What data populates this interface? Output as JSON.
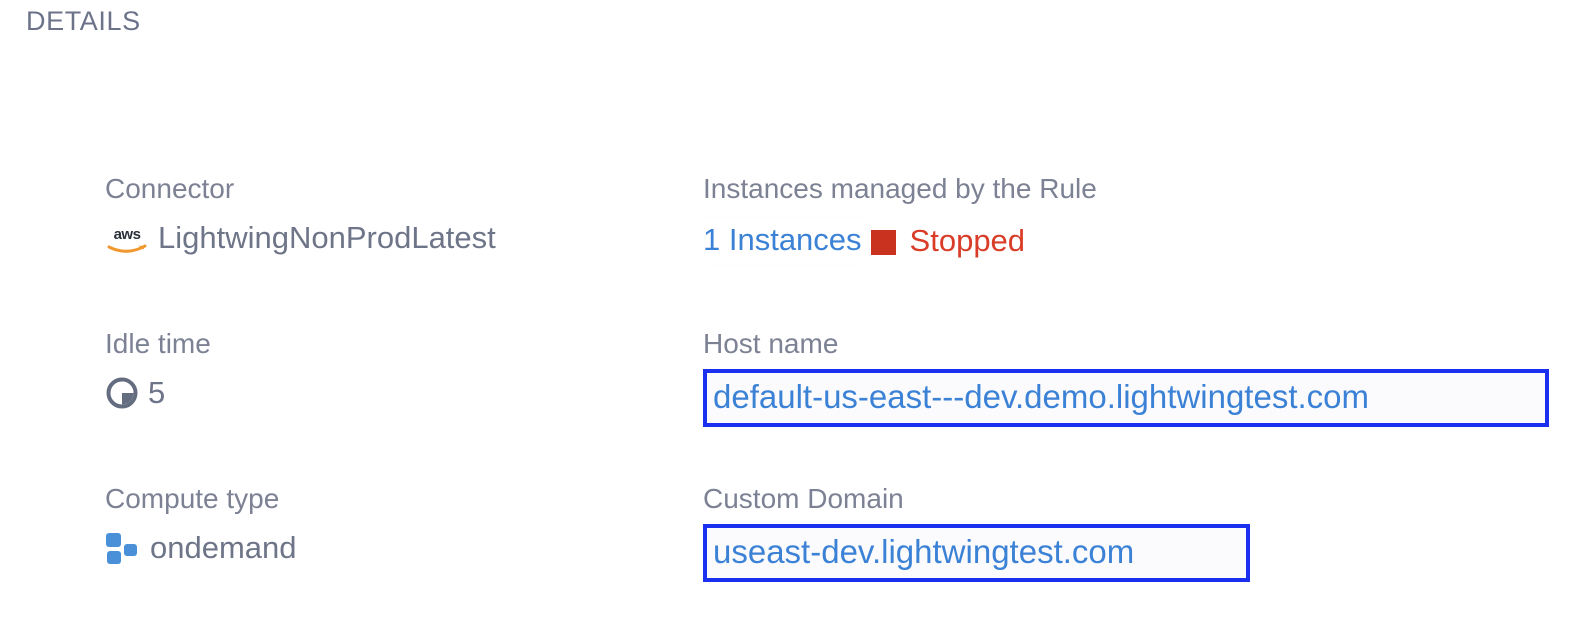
{
  "section": {
    "heading": "DETAILS"
  },
  "colors": {
    "label": "#7c8294",
    "value": "#6e7588",
    "link": "#3b82d6",
    "highlight_border": "#1a2ff0",
    "status_stopped": "#d93d28",
    "status_swatch": "#c8321f",
    "compute_icon": "#4a90d9",
    "aws_orange": "#f0982d",
    "heading": "#6b7289"
  },
  "fields": {
    "connector": {
      "label": "Connector",
      "icon": "aws-logo-icon",
      "value": "LightwingNonProdLatest"
    },
    "instances": {
      "label": "Instances managed by the Rule",
      "count_label": "1 Instances",
      "status_label": "Stopped"
    },
    "idle_time": {
      "label": "Idle time",
      "icon": "clock-pie-icon",
      "value": "5"
    },
    "host_name": {
      "label": "Host name",
      "value": "default-us-east---dev.demo.lightwingtest.com"
    },
    "compute_type": {
      "label": "Compute type",
      "icon": "compute-blocks-icon",
      "value": "ondemand"
    },
    "custom_domain": {
      "label": "Custom Domain",
      "value": "useast-dev.lightwingtest.com"
    }
  }
}
